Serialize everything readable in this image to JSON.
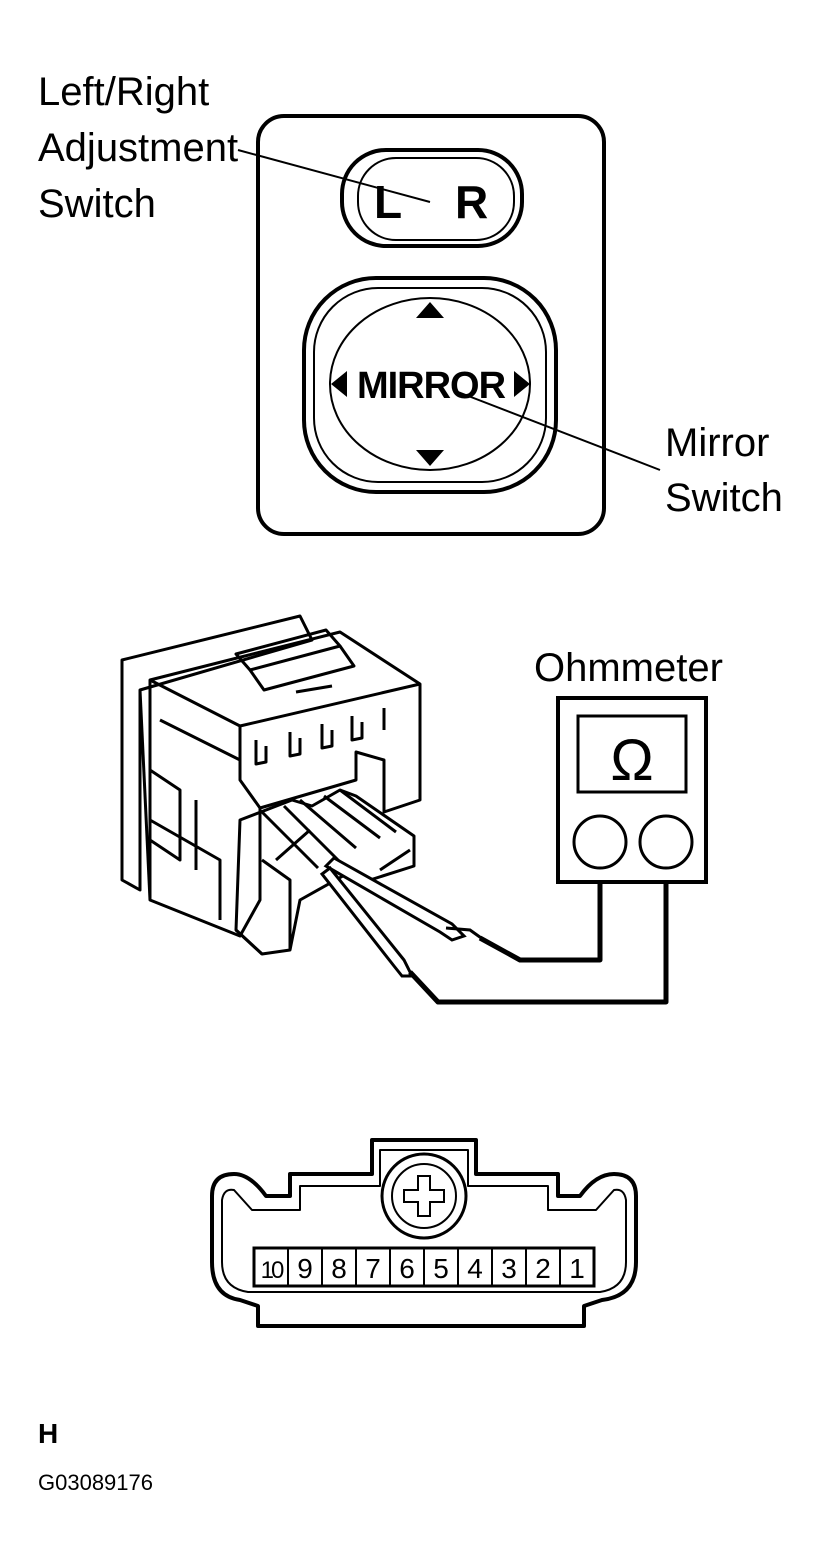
{
  "labels": {
    "adjust_line1": "Left/Right",
    "adjust_line2": "Adjustment",
    "adjust_line3": "Switch",
    "mirror_line1": "Mirror",
    "mirror_line2": "Switch",
    "ohmmeter": "Ohmmeter"
  },
  "switch_panel": {
    "left": "L",
    "right": "R",
    "mirror": "MIRROR"
  },
  "meter": {
    "symbol": "Ω"
  },
  "connector": {
    "pins": [
      "10",
      "9",
      "8",
      "7",
      "6",
      "5",
      "4",
      "3",
      "2",
      "1"
    ]
  },
  "footer": {
    "letter": "H",
    "code": "G03089176"
  }
}
